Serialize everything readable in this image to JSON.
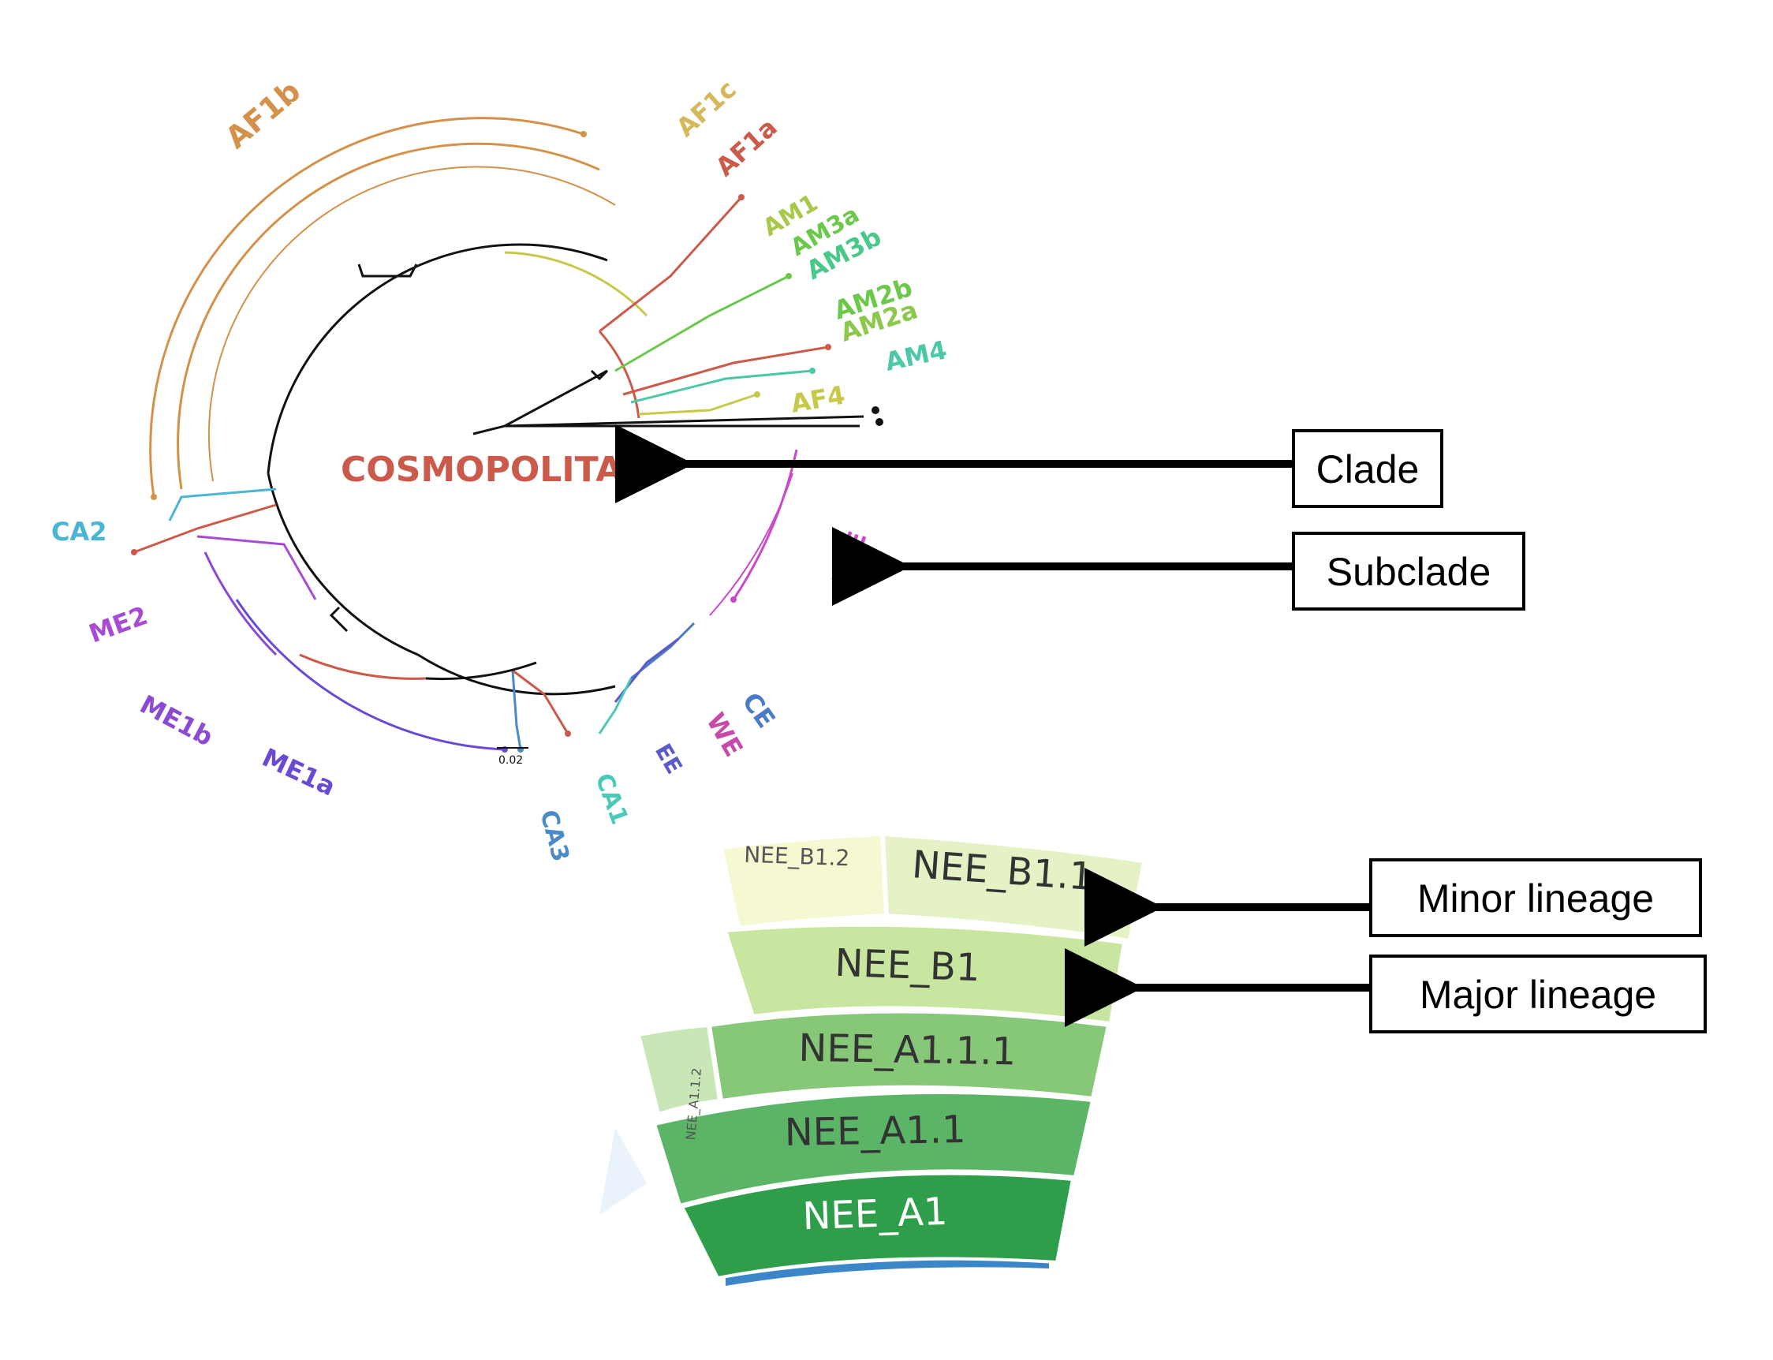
{
  "tree": {
    "clade_name": "COSMOPOLITAN",
    "scale_bar": "0.02",
    "subclades": [
      {
        "id": "af1b",
        "label": "AF1b",
        "color": "#d4914a"
      },
      {
        "id": "af1c",
        "label": "AF1c",
        "color": "#d4b85a"
      },
      {
        "id": "af1a",
        "label": "AF1a",
        "color": "#cc5a4a"
      },
      {
        "id": "am1",
        "label": "AM1",
        "color": "#a8c84a"
      },
      {
        "id": "am3a",
        "label": "AM3a",
        "color": "#6cc84a"
      },
      {
        "id": "am3b",
        "label": "AM3b",
        "color": "#4ac88a"
      },
      {
        "id": "am2b",
        "label": "AM2b",
        "color": "#6cc84a"
      },
      {
        "id": "am2a",
        "label": "AM2a",
        "color": "#8cc84a"
      },
      {
        "id": "am4",
        "label": "AM4",
        "color": "#4ac8a8"
      },
      {
        "id": "af4",
        "label": "AF4",
        "color": "#c8c84a"
      },
      {
        "id": "nee",
        "label": "NEE",
        "color": "#c84ac8"
      },
      {
        "id": "ce",
        "label": "CE",
        "color": "#4a7ac8"
      },
      {
        "id": "we",
        "label": "WE",
        "color": "#c84aa8"
      },
      {
        "id": "ee",
        "label": "EE",
        "color": "#5a5ac8"
      },
      {
        "id": "ca1",
        "label": "CA1",
        "color": "#4ac8b8"
      },
      {
        "id": "ca3",
        "label": "CA3",
        "color": "#4a8ac8"
      },
      {
        "id": "me1a",
        "label": "ME1a",
        "color": "#6a4ad4"
      },
      {
        "id": "me1b",
        "label": "ME1b",
        "color": "#8a4ad4"
      },
      {
        "id": "me2",
        "label": "ME2",
        "color": "#a84ad4"
      },
      {
        "id": "ca2",
        "label": "CA2",
        "color": "#4ab4d4"
      }
    ]
  },
  "sunburst": {
    "rings": [
      {
        "id": "nee-a1",
        "label": "NEE_A1",
        "color": "#2e9e4a"
      },
      {
        "id": "nee-a1-1",
        "label": "NEE_A1.1",
        "color": "#5cb567"
      },
      {
        "id": "nee-a1-1-1",
        "label": "NEE_A1.1.1",
        "color": "#86c778"
      },
      {
        "id": "nee-a1-1-2",
        "label": "NEE_A1.1.2",
        "color": "#c9e6b6"
      },
      {
        "id": "nee-b1",
        "label": "NEE_B1",
        "color": "#c8e6a0"
      },
      {
        "id": "nee-b1-1",
        "label": "NEE_B1.1",
        "color": "#e4f2c6"
      },
      {
        "id": "nee-b1-2",
        "label": "NEE_B1.2",
        "color": "#f6f8d2"
      }
    ]
  },
  "callouts": {
    "clade": "Clade",
    "subclade": "Subclade",
    "minor_lineage": "Minor lineage",
    "major_lineage": "Major lineage"
  }
}
